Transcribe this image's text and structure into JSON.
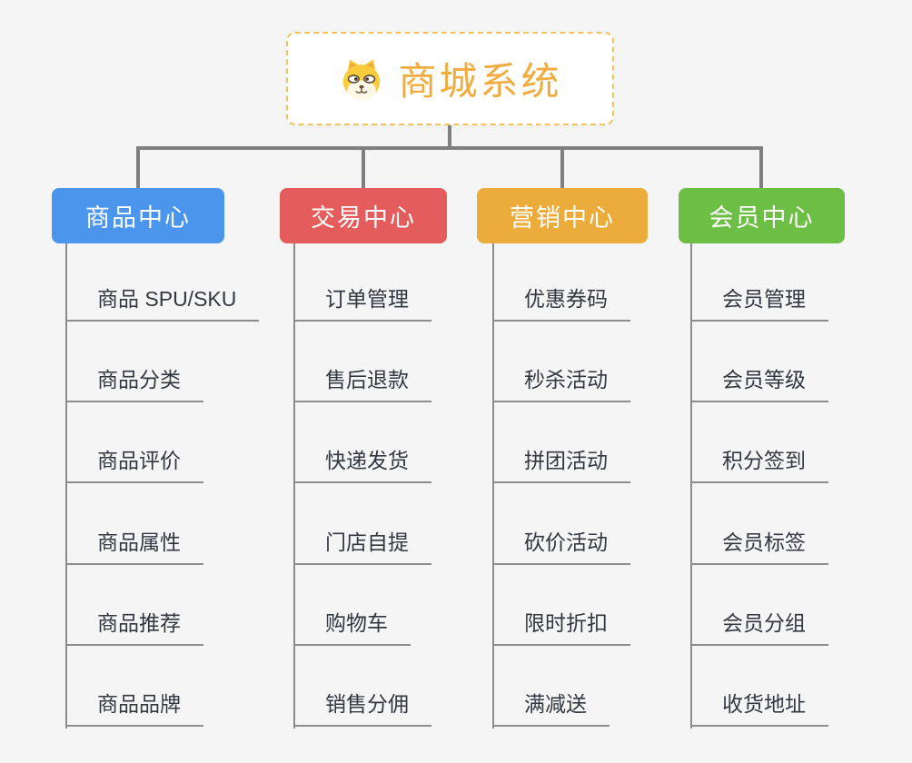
{
  "canvas": {
    "background": "#f5f5f6",
    "connector_color": "#7f7f7f",
    "leaf_line_color": "#8c8c8c"
  },
  "root": {
    "title": "商城系统",
    "title_color": "#f0ac3e",
    "border_color": "#f2c25e",
    "icon": "dog-face-icon"
  },
  "branches": [
    {
      "label": "商品中心",
      "color": "#4b95ec",
      "items": [
        "商品 SPU/SKU",
        "商品分类",
        "商品评价",
        "商品属性",
        "商品推荐",
        "商品品牌"
      ]
    },
    {
      "label": "交易中心",
      "color": "#e45c5c",
      "items": [
        "订单管理",
        "售后退款",
        "快递发货",
        "门店自提",
        "购物车",
        "销售分佣"
      ]
    },
    {
      "label": "营销中心",
      "color": "#ebac3c",
      "items": [
        "优惠券码",
        "秒杀活动",
        "拼团活动",
        "砍价活动",
        "限时折扣",
        "满减送"
      ]
    },
    {
      "label": "会员中心",
      "color": "#6cbe45",
      "items": [
        "会员管理",
        "会员等级",
        "积分签到",
        "会员标签",
        "会员分组",
        "收货地址"
      ]
    }
  ]
}
